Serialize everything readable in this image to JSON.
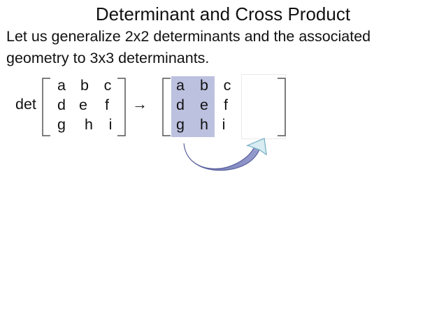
{
  "slide": {
    "title": "Determinant and Cross Product",
    "intro_line_1": "Let us generalize 2x2 determinants and the associated",
    "intro_line_2": "geometry to 3x3 determinants.",
    "det_label": "det",
    "arrow": "→"
  },
  "left_matrix": {
    "rows": [
      [
        "a",
        "b",
        "c"
      ],
      [
        "d",
        "e",
        "f"
      ],
      [
        "g",
        "h",
        "i"
      ]
    ]
  },
  "right_matrix": {
    "rows": [
      [
        "a",
        "b",
        "c"
      ],
      [
        "d",
        "e",
        "f"
      ],
      [
        "g",
        "h",
        "i"
      ]
    ],
    "highlighted_columns": [
      "a d g",
      "b e h"
    ]
  },
  "colors": {
    "highlight_fill": "#b9bede",
    "curved_arrow_fill": "#7f86bd",
    "curved_arrow_edge": "#5b629e",
    "arrow_head_fill": "#d8ecf2",
    "arrow_head_edge": "#7ab6c8"
  },
  "icons": {
    "inline_arrow": "right-arrow-icon",
    "copy_arrow": "curved-arrow-icon"
  }
}
